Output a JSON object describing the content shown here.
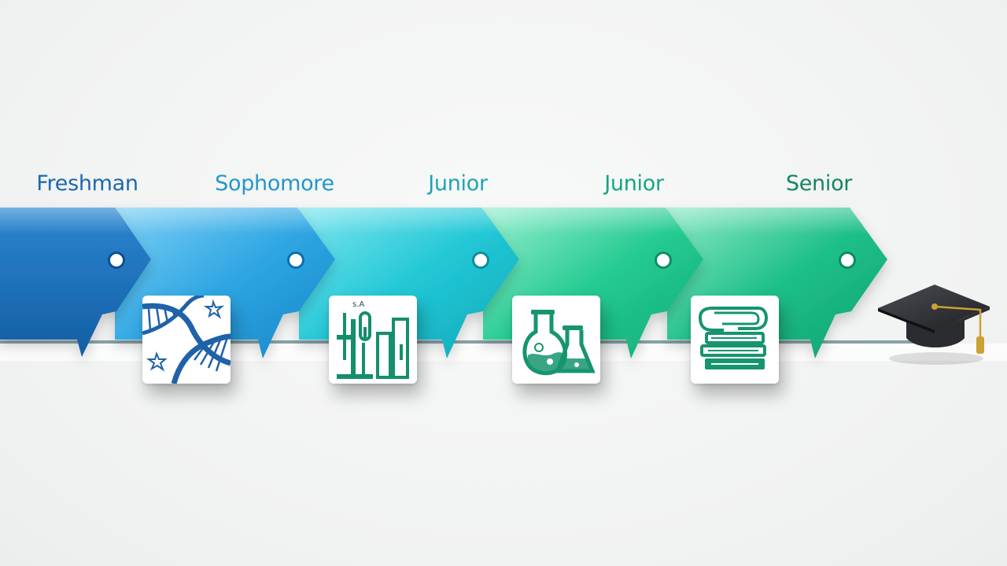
{
  "stages": [
    {
      "label": "Freshman",
      "color": "#1b6fb8",
      "label_color": "#1d69ab",
      "icon": "dna-icon"
    },
    {
      "label": "Sophomore",
      "color": "#1aa6e0",
      "label_color": "#2396cc",
      "icon": "lab-equipment-icon"
    },
    {
      "label": "Junior",
      "color": "#19c2cc",
      "label_color": "#1aa5b4",
      "icon": "flask-icon"
    },
    {
      "label": "Junior",
      "color": "#17c08a",
      "label_color": "#15a681",
      "icon": "books-icon"
    },
    {
      "label": "Senior",
      "color": "#14b07d",
      "label_color": "#138660",
      "icon": "graduation-cap-icon"
    }
  ],
  "icon_card_text": {
    "lab_label": "s.A"
  }
}
